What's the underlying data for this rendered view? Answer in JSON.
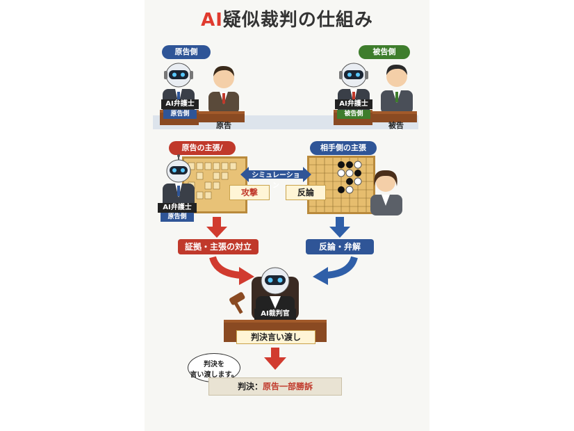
{
  "title": {
    "prefix": "AI",
    "rest": "疑似裁判の仕組み"
  },
  "plaintiff": {
    "header": "原告側",
    "robot_label": "AI弁護士",
    "robot_sub": "原告側",
    "person_label": "原告"
  },
  "defendant": {
    "header": "被告側",
    "robot_label": "AI弁護士",
    "robot_sub": "被告側",
    "person_label": "被告"
  },
  "plaintiff_claim": {
    "header": "原告の主張/",
    "robot_label": "AI弁護士",
    "robot_sub": "原告側",
    "tag": "攻撃"
  },
  "opponent_claim": {
    "header": "相手側の主張",
    "tag": "反論"
  },
  "simulation": {
    "label": "シミュレーション"
  },
  "flow": {
    "left": "証拠・主張の対立",
    "right": "反論・弁解"
  },
  "judge": {
    "label": "AI裁判官",
    "plate": "判決言い渡し"
  },
  "bubble": {
    "line1": "判決を",
    "line2": "言い渡します。"
  },
  "verdict": {
    "prefix": "判決：",
    "result": "原告一部勝訴"
  },
  "colors": {
    "blue": "#2f5597",
    "green": "#3e7d2c",
    "red": "#c0392b",
    "arrow_red": "#d13b2f",
    "arrow_blue": "#2f5fa8"
  }
}
